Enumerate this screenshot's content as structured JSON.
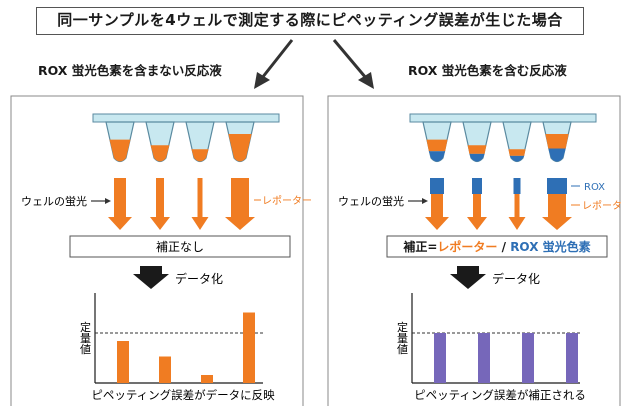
{
  "title": "同一サンプルを4ウェルで測定する際にピペッティング誤差が生じた場合",
  "left": {
    "subtitle": "ROX 蛍光色素を含まない反応液",
    "well_label": "ウェルの蛍光",
    "reporter_label": "レポーター",
    "correction": "補正なし",
    "data_label": "データ化",
    "ylabel": "定量値",
    "caption": "ピペッティング誤差がデータに反映"
  },
  "right": {
    "subtitle": "ROX 蛍光色素を含む反応液",
    "well_label": "ウェルの蛍光",
    "rox_label": "ROX",
    "reporter_label": "レポーター",
    "correction_prefix": "補正=",
    "correction_reporter": "レポーター",
    "correction_sep": " / ",
    "correction_rox": "ROX 蛍光色素",
    "data_label": "データ化",
    "ylabel": "定量値",
    "caption": "ピペッティング誤差が補正される"
  },
  "colors": {
    "orange": "#F07C22",
    "blue": "#2E6FB5",
    "purple": "#7667BA",
    "well_fill": "#C8E8F0",
    "well_stroke": "#5A8AA0"
  },
  "left_bars": [
    0.84,
    0.53,
    0.16,
    1.41
  ],
  "right_bars": [
    1.0,
    1.0,
    1.0,
    1.0
  ]
}
